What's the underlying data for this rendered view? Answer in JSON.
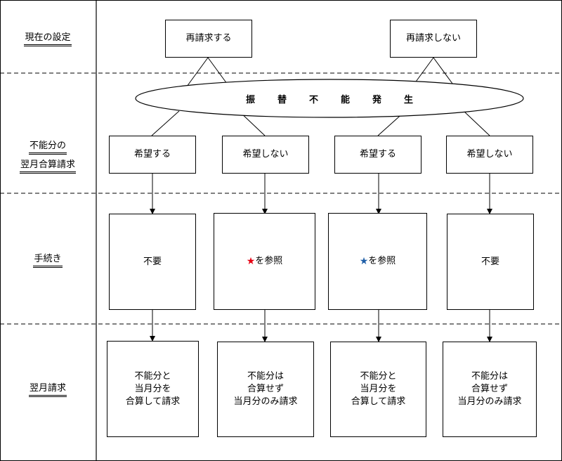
{
  "rows": {
    "current": "現在の設定",
    "request_line1": "不能分の",
    "request_line2": "翌月合算請求",
    "procedure": "手続き",
    "next_month": "翌月請求"
  },
  "current": {
    "rebill": "再請求する",
    "no_rebill": "再請求しない"
  },
  "event": "振替不能発生",
  "options": {
    "o1": "希望する",
    "o2": "希望しない",
    "o3": "希望する",
    "o4": "希望しない"
  },
  "procedures": {
    "p1": "不要",
    "p2": "を参照",
    "p3": "を参照",
    "p4": "不要"
  },
  "stars": {
    "p2_glyph": "★",
    "p3_glyph": "★",
    "p2_color": "#e60012",
    "p3_color": "#1f5fa8"
  },
  "results": {
    "r1": [
      "不能分と",
      "当月分を",
      "合算して請求"
    ],
    "r2": [
      "不能分は",
      "合算せず",
      "当月分のみ請求"
    ],
    "r3": [
      "不能分と",
      "当月分を",
      "合算して請求"
    ],
    "r4": [
      "不能分は",
      "合算せず",
      "当月分のみ請求"
    ]
  }
}
